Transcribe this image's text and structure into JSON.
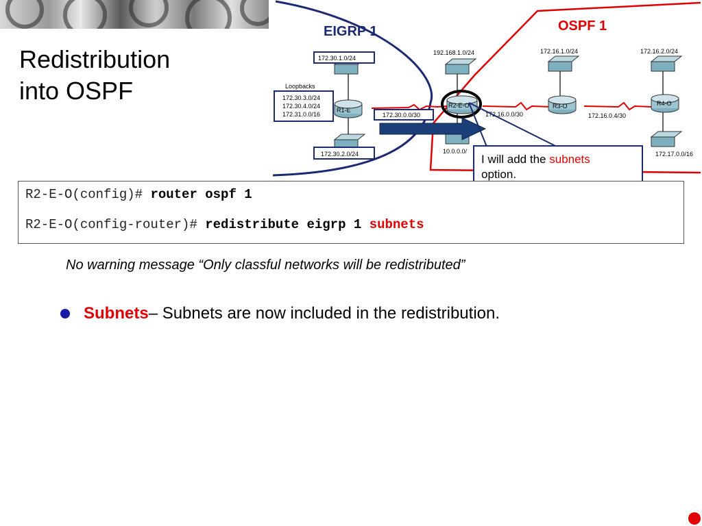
{
  "slide": {
    "title_line1": "Redistribution",
    "title_line2": "into OSPF"
  },
  "diagram": {
    "eigrp_label": "EIGRP 1",
    "ospf_label": "OSPF 1",
    "loopbacks_label": "Loopbacks",
    "loopback_lines": [
      "172.30.3.0/24",
      "172.30.4.0/24",
      "172.31.0.0/16"
    ],
    "net_r1_top": "172.30.1.0/24",
    "net_r1_bottom": "172.30.2.0/24",
    "net_r1_r2": "172.30.0.0/30",
    "net_r2_top": "192.168.1.0/24",
    "net_r2_bottom": "10.0.0.0/",
    "net_r2_r3": "172.16.0.0/30",
    "net_r3_top": "172.16.1.0/24",
    "net_r3_r4": "172.16.0.4/30",
    "net_r4_top": "172.16.2.0/24",
    "net_r4_bottom": "172.17.0.0/16",
    "router_r1": "R1-E",
    "router_r2": "R2-E-O",
    "router_r3": "R3-O",
    "router_r4": "R4-O"
  },
  "callout": {
    "text_before": "I will add the ",
    "highlight": "subnets",
    "text_after": "option."
  },
  "commands": [
    {
      "prompt": "R2-E-O(config)# ",
      "command": "router ospf 1",
      "highlight": ""
    },
    {
      "prompt": "R2-E-O(config-router)# ",
      "command": "redistribute eigrp 1 ",
      "highlight": "subnets"
    }
  ],
  "note": "No warning message “Only classful networks will be redistributed”",
  "bullet": {
    "keyword": "Subnets",
    "text": " – Subnets are now included in the redistribution."
  },
  "colors": {
    "accent_red": "#e00000",
    "eigrp_navy": "#1c2a73",
    "bullet_blue": "#1a1aa6"
  }
}
